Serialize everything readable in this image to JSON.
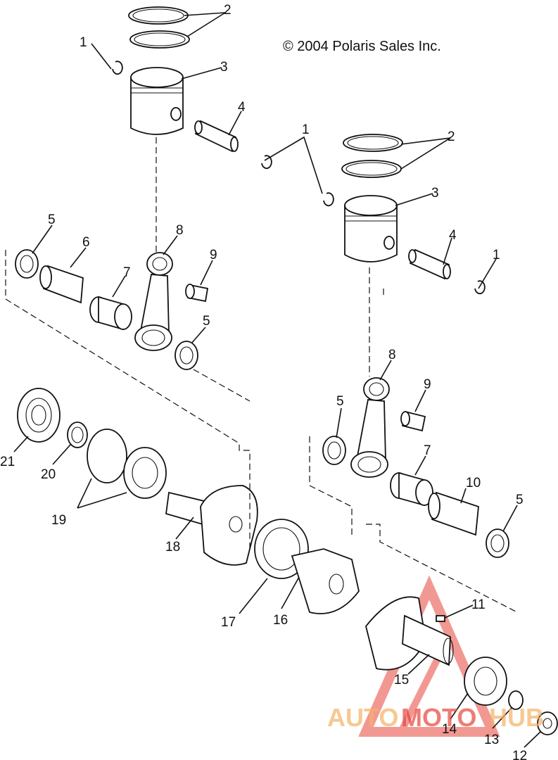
{
  "diagram": {
    "copyright": "© 2004 Polaris Sales Inc.",
    "callouts": [
      {
        "id": "c1a",
        "label": "1"
      },
      {
        "id": "c2a",
        "label": "2"
      },
      {
        "id": "c3a",
        "label": "3"
      },
      {
        "id": "c4a",
        "label": "4"
      },
      {
        "id": "c1b",
        "label": "1"
      },
      {
        "id": "c2b",
        "label": "2"
      },
      {
        "id": "c3b",
        "label": "3"
      },
      {
        "id": "c4b",
        "label": "4"
      },
      {
        "id": "c1c",
        "label": "1"
      },
      {
        "id": "c5a",
        "label": "5"
      },
      {
        "id": "c6",
        "label": "6"
      },
      {
        "id": "c7a",
        "label": "7"
      },
      {
        "id": "c8a",
        "label": "8"
      },
      {
        "id": "c9a",
        "label": "9"
      },
      {
        "id": "c5b",
        "label": "5"
      },
      {
        "id": "c8b",
        "label": "8"
      },
      {
        "id": "c9b",
        "label": "9"
      },
      {
        "id": "c5c",
        "label": "5"
      },
      {
        "id": "c7b",
        "label": "7"
      },
      {
        "id": "c10",
        "label": "10"
      },
      {
        "id": "c5d",
        "label": "5"
      },
      {
        "id": "c21",
        "label": "21"
      },
      {
        "id": "c20",
        "label": "20"
      },
      {
        "id": "c19",
        "label": "19"
      },
      {
        "id": "c18",
        "label": "18"
      },
      {
        "id": "c17",
        "label": "17"
      },
      {
        "id": "c16",
        "label": "16"
      },
      {
        "id": "c11",
        "label": "11"
      },
      {
        "id": "c15",
        "label": "15"
      },
      {
        "id": "c14",
        "label": "14"
      },
      {
        "id": "c13",
        "label": "13"
      },
      {
        "id": "c12",
        "label": "12"
      }
    ]
  },
  "watermark": {
    "part1": "AUTO",
    "part2": "MOTO",
    "part3": "HUB",
    "color_orange": "#f5b265",
    "color_red": "#e8453c"
  }
}
